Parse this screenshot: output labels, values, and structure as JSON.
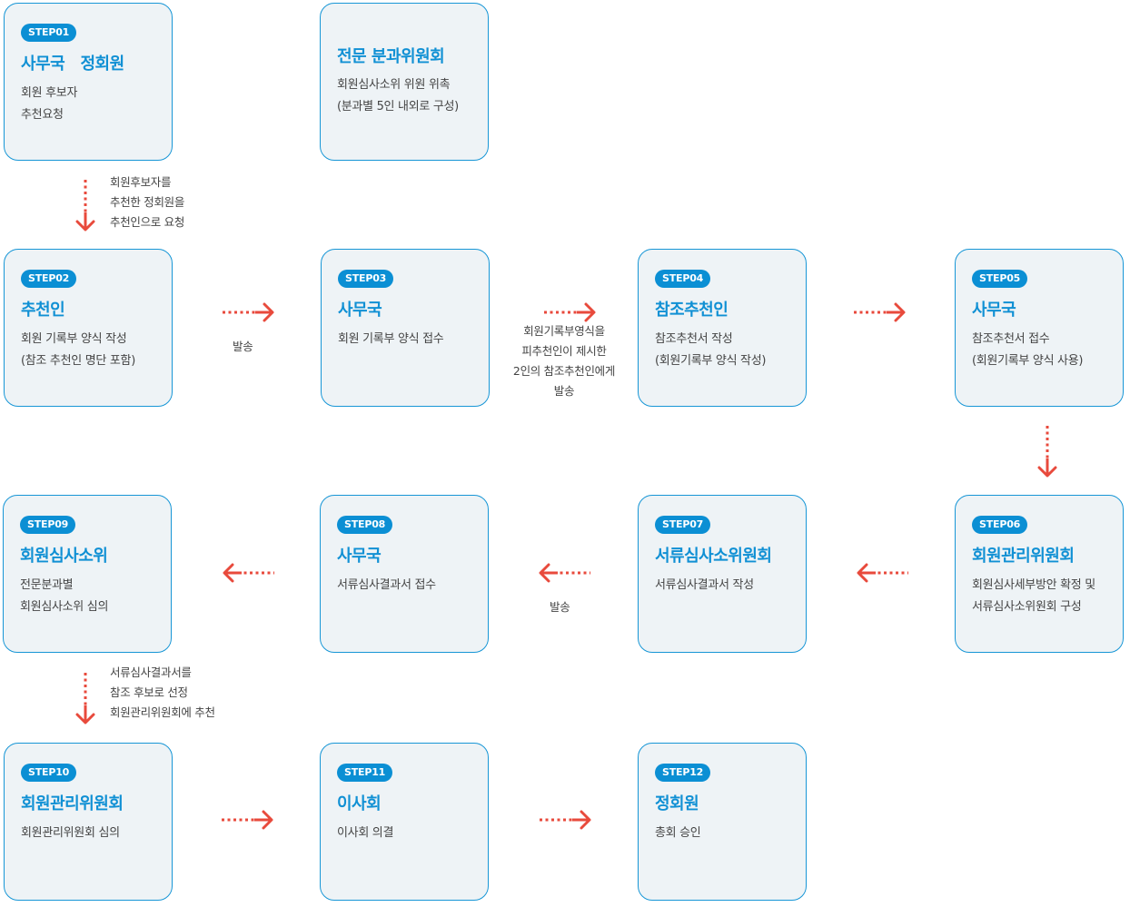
{
  "colors": {
    "accent": "#1090d4",
    "badge": "#0b8fd4",
    "arrow": "#e84a3c",
    "box_fill": "#eef3f6"
  },
  "boxes": {
    "step01": {
      "badge": "STEP01",
      "title": "사무국   정회원",
      "desc": [
        "회원 후보자",
        "추천요청"
      ]
    },
    "committee": {
      "title": "전문 분과위원회",
      "desc": [
        "회원심사소위 위원 위촉",
        "(분과별 5인 내외로 구성)"
      ]
    },
    "step02": {
      "badge": "STEP02",
      "title": "추천인",
      "desc": [
        "회원 기록부 양식 작성",
        "(참조 추천인 명단 포함)"
      ]
    },
    "step03": {
      "badge": "STEP03",
      "title": "사무국",
      "desc": [
        "회원 기록부 양식 접수"
      ]
    },
    "step04": {
      "badge": "STEP04",
      "title": "참조추천인",
      "desc": [
        "참조추천서 작성",
        "(회원기록부 양식 작성)"
      ]
    },
    "step05": {
      "badge": "STEP05",
      "title": "사무국",
      "desc": [
        "참조추천서 접수",
        "(회원기록부 양식 사용)"
      ]
    },
    "step06": {
      "badge": "STEP06",
      "title": "회원관리위원회",
      "desc": [
        "회원심사세부방안 확정 및",
        "서류심사소위원회 구성"
      ]
    },
    "step07": {
      "badge": "STEP07",
      "title": "서류심사소위원회",
      "desc": [
        "서류심사결과서 작성"
      ]
    },
    "step08": {
      "badge": "STEP08",
      "title": "사무국",
      "desc": [
        "서류심사결과서 접수"
      ]
    },
    "step09": {
      "badge": "STEP09",
      "title": "회원심사소위",
      "desc": [
        "전문분과별",
        "회원심사소위 심의"
      ]
    },
    "step10": {
      "badge": "STEP10",
      "title": "회원관리위원회",
      "desc": [
        "회원관리위원회 심의"
      ]
    },
    "step11": {
      "badge": "STEP11",
      "title": "이사회",
      "desc": [
        "이사회 의결"
      ]
    },
    "step12": {
      "badge": "STEP12",
      "title": "정회원",
      "desc": [
        "총회 승인"
      ]
    }
  },
  "notes": {
    "n1": [
      "회원후보자를",
      "추천한 정회원을",
      "추천인으로 요청"
    ],
    "n2": [
      "발송"
    ],
    "n3": [
      "회원기록부영식을",
      "피추천인이 제시한",
      "2인의 참조추천인에게",
      "발송"
    ],
    "n4": [
      "발송"
    ],
    "n5": [
      "서류심사결과서를",
      "참조 후보로 선정",
      "회원관리위원회에 추천"
    ]
  }
}
